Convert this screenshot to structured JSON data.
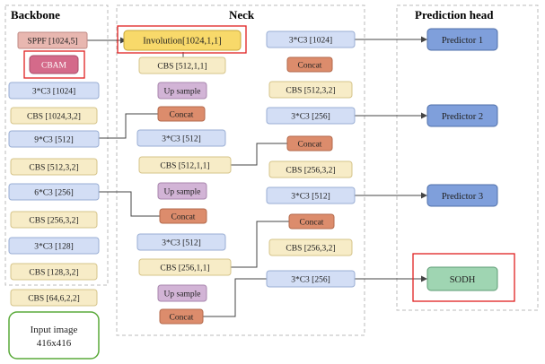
{
  "sections": {
    "backbone": "Backbone",
    "neck": "Neck",
    "head": "Prediction head"
  },
  "colors": {
    "cbs": "#f7ecc7",
    "c3": "#d3def5",
    "concat": "#dc8c6c",
    "upsample": "#d2b4d6",
    "sppf": "#e8b7b0",
    "cbam": "#d46a8a",
    "involution": "#f8d96a",
    "predictor": "#7f9fdb",
    "sodh": "#9fd5b2",
    "highlight": "#e02020",
    "input_border": "#5aaa3a",
    "line": "#444444",
    "dash": "#bbbbbb"
  },
  "backbone": {
    "sppf": "SPPF [1024,5]",
    "cbam": "CBAM",
    "c3_1024": "3*C3 [1024]",
    "cbs_1024": "CBS [1024,3,2]",
    "c3_512": "9*C3 [512]",
    "cbs_512": "CBS [512,3,2]",
    "c3_256": "6*C3 [256]",
    "cbs_256": "CBS [256,3,2]",
    "c3_128": "3*C3 [128]",
    "cbs_128": "CBS [128,3,2]",
    "cbs_64": "CBS [64,6,2,2]",
    "input_line1": "Input image",
    "input_line2": "416x416"
  },
  "neck": {
    "involution": "Involution[1024,1,1]",
    "cbs_a": "CBS [512,1,1]",
    "upsample_a": "Up sample",
    "concat_a": "Concat",
    "c3_a": "3*C3 [512]",
    "cbs_b": "CBS [512,1,1]",
    "upsample_b": "Up sample",
    "concat_b": "Concat",
    "c3_b": "3*C3 [512]",
    "cbs_c": "CBS [256,1,1]",
    "upsample_c": "Up sample",
    "concat_c": "Concat",
    "r_c3_1024": "3*C3 [1024]",
    "r_concat_1": "Concat",
    "r_cbs_1": "CBS [512,3,2]",
    "r_c3_256": "3*C3 [256]",
    "r_concat_2": "Concat",
    "r_cbs_2": "CBS [256,3,2]",
    "r_c3_512": "3*C3 [512]",
    "r_concat_3": "Concat",
    "r_cbs_3": "CBS [256,3,2]",
    "r_c3_256b": "3*C3 [256]"
  },
  "head": {
    "pred1": "Predictor 1",
    "pred2": "Predictor 2",
    "pred3": "Predictor 3",
    "sodh": "SODH"
  }
}
